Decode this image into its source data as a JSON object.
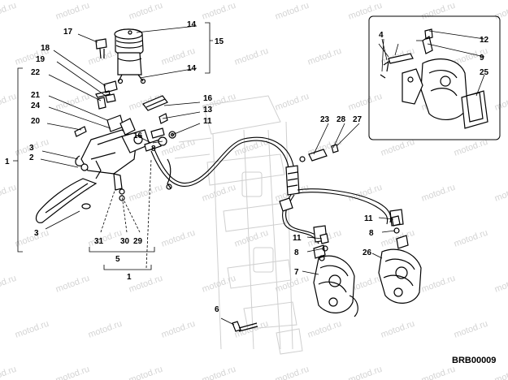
{
  "diagram": {
    "code": "BRB00009",
    "watermark_text": "motod.ru",
    "labels": {
      "l1": "1",
      "l2": "2",
      "l3": "3",
      "l4": "4",
      "l5": "5",
      "l6": "6",
      "l7": "7",
      "l8": "8",
      "l9": "9",
      "l11": "11",
      "l12": "12",
      "l13": "13",
      "l14": "14",
      "l15": "15",
      "l16": "16",
      "l17": "17",
      "l18": "18",
      "l19": "19",
      "l20": "20",
      "l21": "21",
      "l22": "22",
      "l23": "23",
      "l24": "24",
      "l25": "25",
      "l26": "26",
      "l27": "27",
      "l28": "28",
      "l29": "29",
      "l30": "30",
      "l31": "31"
    }
  }
}
